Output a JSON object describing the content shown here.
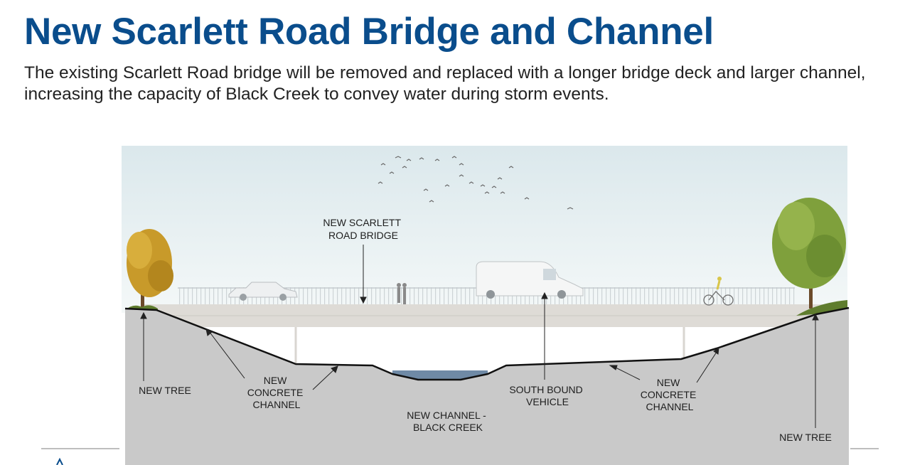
{
  "title": "New Scarlett Road Bridge and Channel",
  "subtitle": "The existing Scarlett Road bridge will be removed and replaced with a longer bridge deck and larger channel, increasing the capacity of Black Creek to convey water during storm events.",
  "labels": {
    "bridge": [
      "NEW SCARLETT",
      "ROAD BRIDGE"
    ],
    "new_tree_left": "NEW TREE",
    "channel_left": [
      "NEW",
      "CONCRETE",
      "CHANNEL"
    ],
    "creek": [
      "NEW CHANNEL -",
      "BLACK CREEK"
    ],
    "vehicle": [
      "SOUTH BOUND",
      "VEHICLE"
    ],
    "channel_right": [
      "NEW",
      "CONCRETE",
      "CHANNEL"
    ],
    "new_tree_right": "NEW TREE"
  },
  "colors": {
    "title": "#0a4d8c",
    "ground": "#c9c9c9",
    "sky": "#e4eef1",
    "water": "#6f8aa6",
    "tree_autumn": "#c89a2a",
    "tree_green": "#7fa03c"
  }
}
